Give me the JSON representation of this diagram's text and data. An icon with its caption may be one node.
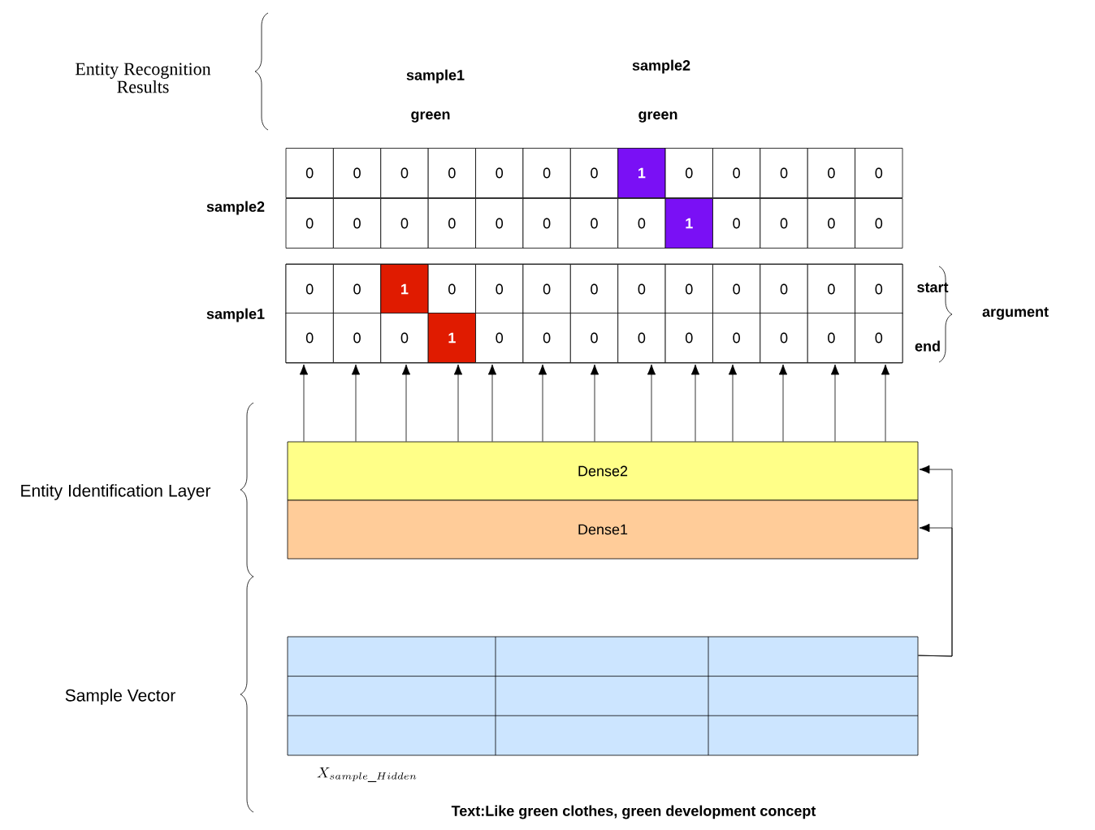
{
  "diagram": {
    "nodes": [
      {
        "text": [
          "Dense2"
        ]
      },
      {
        "text": [
          "Dense1"
        ]
      },
      {
        "text": [],
        "shape": "box",
        "beside": [
          "X_{sample\\_Hidden}"
        ]
      },
      {
        "text": [],
        "shape": "box"
      }
    ],
    "edges": [
      {
        "from": 2,
        "to": 0,
        "arrow": "to"
      },
      {
        "from": 2,
        "to": 1,
        "arrow": "to"
      },
      {
        "from": 0,
        "to": 3,
        "arrow": "to"
      },
      {
        "from": 0,
        "to": 3,
        "arrow": "to"
      },
      {
        "from": 0,
        "to": 3,
        "arrow": "to"
      },
      {
        "from": 0,
        "to": 3,
        "arrow": "to"
      },
      {
        "from": 0,
        "to": 3,
        "arrow": "to"
      },
      {
        "from": 0,
        "to": 3,
        "arrow": "to"
      },
      {
        "from": 0,
        "to": 3,
        "arrow": "to"
      },
      {
        "from": 0,
        "to": 3,
        "arrow": "to"
      },
      {
        "from": 0,
        "to": 3,
        "arrow": "to"
      },
      {
        "from": 0,
        "to": 3,
        "arrow": "to"
      },
      {
        "from": 0,
        "to": 3,
        "arrow": "to"
      },
      {
        "from": 0,
        "to": 3,
        "arrow": "to"
      },
      {
        "from": 0,
        "to": 3,
        "arrow": "to"
      }
    ],
    "labels": [
      "Entity Recognition Results",
      "sample1",
      "sample2",
      "green",
      "green",
      "0",
      "0",
      "0",
      "0",
      "0",
      "0",
      "0",
      "1",
      "0",
      "0",
      "0",
      "0",
      "0",
      "0",
      "0",
      "0",
      "0",
      "0",
      "0",
      "0",
      "0",
      "1",
      "0",
      "0",
      "0",
      "0",
      "sample2",
      "0",
      "0",
      "1",
      "0",
      "0",
      "0",
      "0",
      "0",
      "0",
      "0",
      "0",
      "0",
      "0",
      "start",
      "sample1",
      "argument",
      "0",
      "0",
      "0",
      "1",
      "0",
      "0",
      "0",
      "0",
      "0",
      "0",
      "0",
      "0",
      "0",
      "end",
      "Entity Identification Layer",
      "Sample Vector",
      "Text:Like green clothes, green development concept"
    ]
  }
}
